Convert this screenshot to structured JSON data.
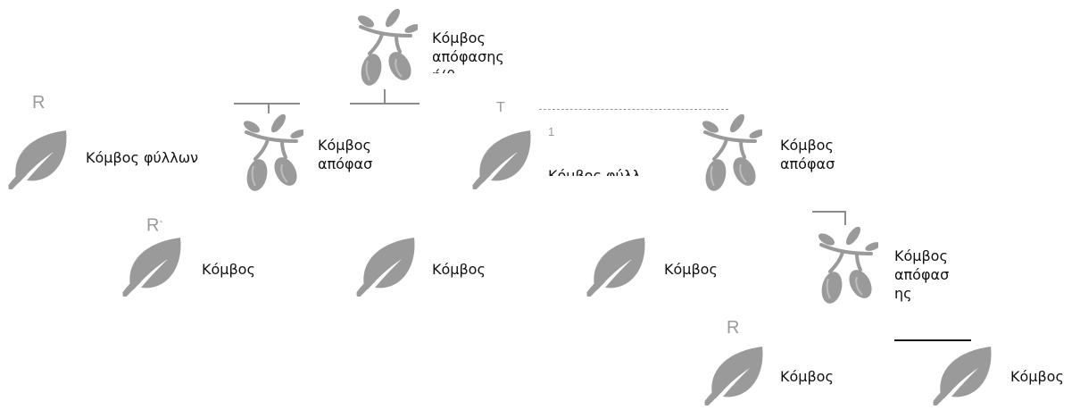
{
  "colors": {
    "icon": "#9a9a9a",
    "text": "#111111",
    "line": "#8c8c8c",
    "tag": "#9a9a9a"
  },
  "icons": {
    "leaf": "leaf-icon",
    "olive": "olive-branch-icon"
  },
  "root": {
    "label": "Κόμβος\nαπόφασης\nή(θ..."
  },
  "tags": {
    "r_left": "R",
    "t_mid": "T",
    "one": "1",
    "r_minus": "R-",
    "r_bottom": "R"
  },
  "level1": {
    "leaf_left": "Κόμβος φύλλων",
    "decision_a": "Κόμβος\nαπόφασ",
    "leaf_mid_partial": "Κόμβος φύλλ",
    "decision_b": "Κόμβος\nαπόφασ"
  },
  "level2": {
    "leaf_1": "Κόμβος",
    "leaf_2": "Κόμβος",
    "leaf_3": "Κόμβος",
    "decision_c": "Κόμβος\nαπόφασ\nης"
  },
  "level3": {
    "leaf_1": "Κόμβος",
    "leaf_2": "Κόμβος"
  }
}
